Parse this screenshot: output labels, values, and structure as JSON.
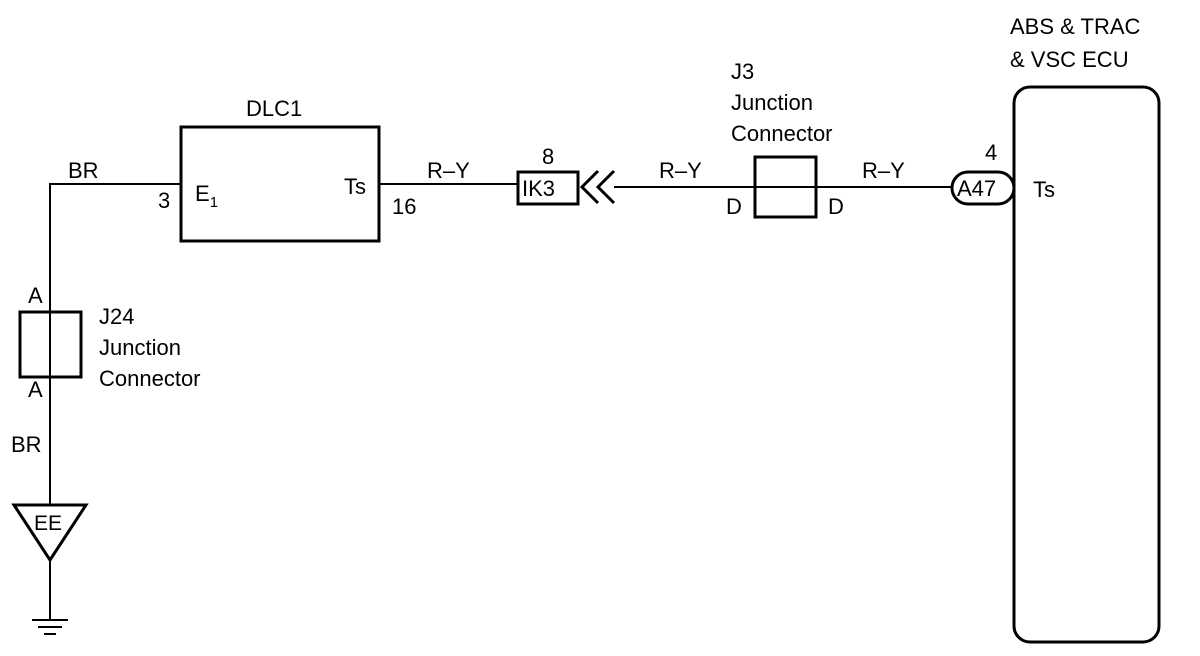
{
  "components": {
    "ecu": {
      "title_line1": "ABS & TRAC",
      "title_line2": "& VSC ECU",
      "pin_number": "4",
      "pin_name": "Ts",
      "connector": "A47"
    },
    "dlc1": {
      "title": "DLC1",
      "pin_left_name": "E",
      "pin_left_sub": "1",
      "pin_left_number": "3",
      "pin_right_name": "Ts",
      "pin_right_number": "16"
    },
    "j3": {
      "line1": "J3",
      "line2": "Junction",
      "line3": "Connector",
      "pin_left": "D",
      "pin_right": "D"
    },
    "j24": {
      "line1": "J24",
      "line2": "Junction",
      "line3": "Connector",
      "pin_top": "A",
      "pin_bottom": "A"
    },
    "ik3": {
      "label": "IK3",
      "pin_number": "8"
    },
    "ground": {
      "label": "EE"
    }
  },
  "wires": {
    "top_left_color": "BR",
    "bottom_left_color": "BR",
    "dlc_to_ik3_color": "R–Y",
    "ik3_to_j3_color": "R–Y",
    "j3_to_ecu_color": "R–Y"
  }
}
